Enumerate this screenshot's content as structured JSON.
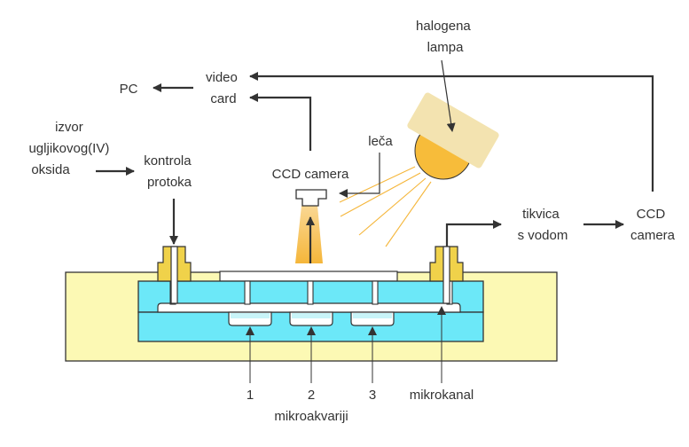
{
  "labels": {
    "halogen_line1": "halogena",
    "halogen_line2": "lampa",
    "video_line1": "video",
    "video_line2": "card",
    "pc": "PC",
    "source_line1": "izvor",
    "source_line2": "ugljikovog(IV)",
    "source_line3": "oksida",
    "flow_line1": "kontrola",
    "flow_line2": "protoka",
    "lens": "leča",
    "ccd_center": "CCD camera",
    "flask_line1": "tikvica",
    "flask_line2": "s vodom",
    "ccd_right_line1": "CCD",
    "ccd_right_line2": "camera",
    "num1": "1",
    "num2": "2",
    "num3": "3",
    "microchannel": "mikrokanal",
    "microaquaria": "mikroakvariji"
  },
  "colors": {
    "housing": "#fcf9b4",
    "chip": "#6ce8f8",
    "aquarium_water": "#c8f4f8",
    "fitting": "#f0d24a",
    "lamp_body": "#f3e3b0",
    "lamp_bulb": "#f7bc3a",
    "beam": "#f5b63a",
    "stroke": "#333333"
  }
}
